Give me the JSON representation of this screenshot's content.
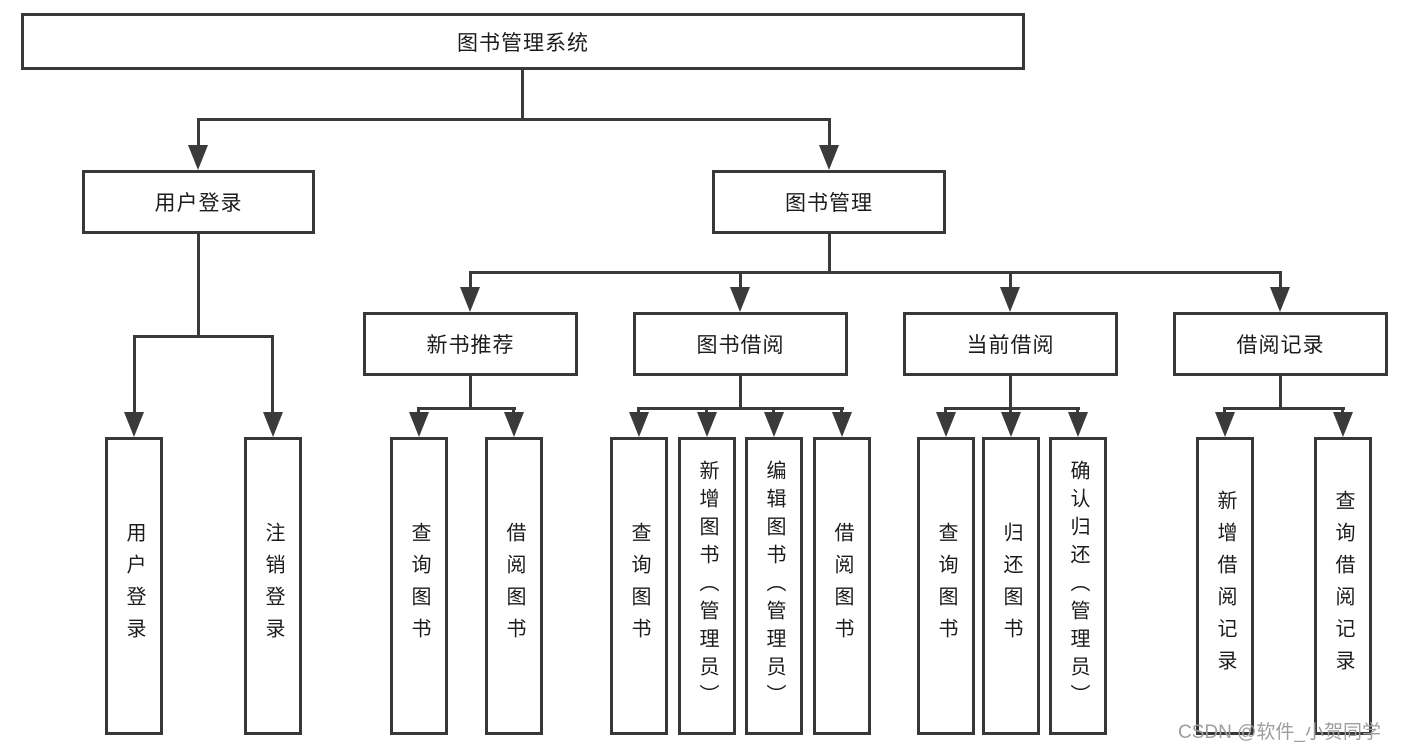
{
  "page": {
    "background": "#ffffff"
  },
  "colors": {
    "line": "#3a3a3a",
    "box_border": "#383838",
    "text": "#1c1c1c",
    "watermark": "#9e9e9e"
  },
  "tree": {
    "root": "图书管理系统",
    "branches": [
      {
        "label": "用户登录",
        "children": [
          "用户登录",
          "注销登录"
        ]
      },
      {
        "label": "图书管理",
        "children": [
          {
            "label": "新书推荐",
            "children": [
              "查询图书",
              "借阅图书"
            ]
          },
          {
            "label": "图书借阅",
            "children": [
              "查询图书",
              "新增图书（管理员）",
              "编辑图书（管理员）",
              "借阅图书"
            ]
          },
          {
            "label": "当前借阅",
            "children": [
              "查询图书",
              "归还图书",
              "确认归还（管理员）"
            ]
          },
          {
            "label": "借阅记录",
            "children": [
              "新增借阅记录",
              "查询借阅记录"
            ]
          }
        ]
      }
    ]
  },
  "watermark": {
    "text": "CSDN @软件_小贺同学"
  }
}
